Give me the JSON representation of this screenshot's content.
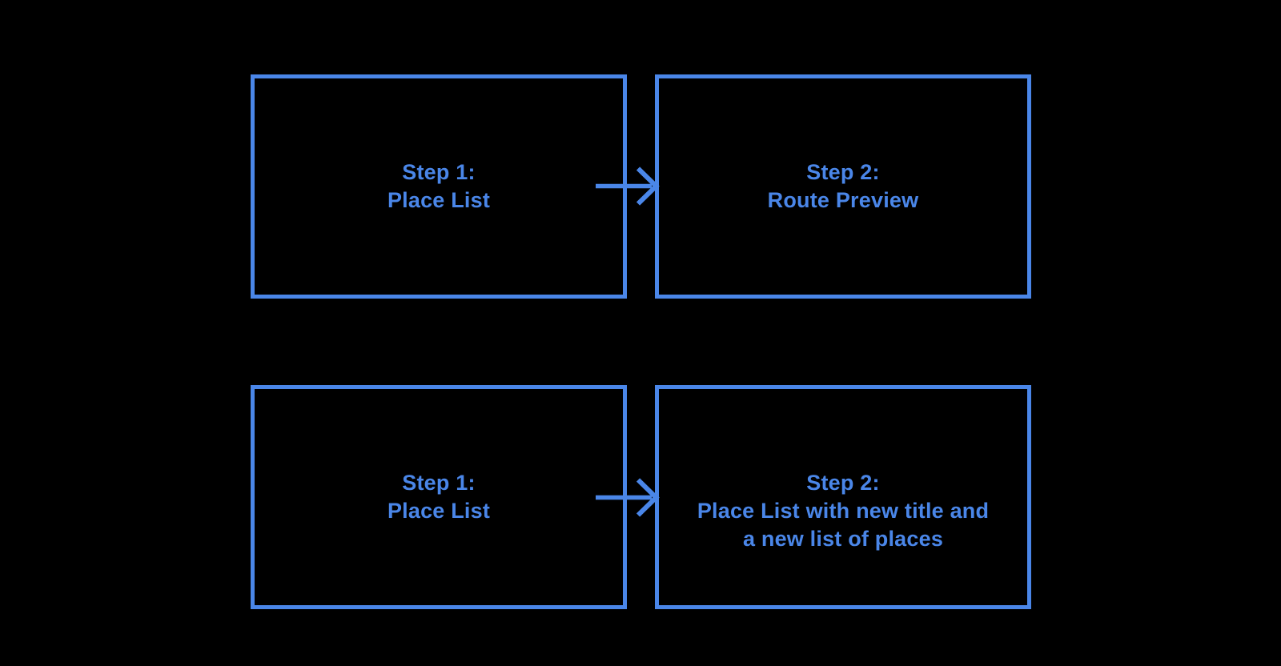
{
  "canvas": {
    "background": "#000000"
  },
  "colors": {
    "accent": "#4a86e8"
  },
  "diagram": {
    "rows": [
      {
        "from": {
          "title": "Step 1:",
          "subtitle": "Place List"
        },
        "to": {
          "title": "Step 2:",
          "subtitle": "Route Preview"
        }
      },
      {
        "from": {
          "title": "Step 1:",
          "subtitle": "Place List"
        },
        "to": {
          "title": "Step 2:",
          "subtitle": "Place List with new title and\na new list of places"
        }
      }
    ]
  }
}
